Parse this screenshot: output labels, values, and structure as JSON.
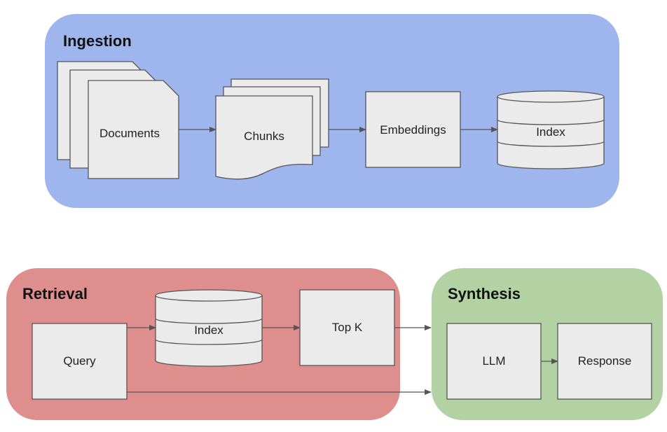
{
  "colors": {
    "ingestion": "#9fb5ee",
    "retrieval": "#dd8e8d",
    "synthesis": "#b2d2a3",
    "node_fill": "#ebebeb",
    "node_stroke": "#555555",
    "arrow": "#555555"
  },
  "groups": {
    "ingestion": {
      "title": "Ingestion",
      "nodes": {
        "documents": {
          "label": "Documents",
          "shape": "stacked-documents"
        },
        "chunks": {
          "label": "Chunks",
          "shape": "stacked-wavy-documents"
        },
        "embeddings": {
          "label": "Embeddings",
          "shape": "rectangle"
        },
        "index": {
          "label": "Index",
          "shape": "database-cylinder"
        }
      }
    },
    "retrieval": {
      "title": "Retrieval",
      "nodes": {
        "query": {
          "label": "Query",
          "shape": "rectangle"
        },
        "index": {
          "label": "Index",
          "shape": "database-cylinder"
        },
        "topk": {
          "label": "Top K",
          "shape": "rectangle"
        }
      }
    },
    "synthesis": {
      "title": "Synthesis",
      "nodes": {
        "llm": {
          "label": "LLM",
          "shape": "rectangle"
        },
        "response": {
          "label": "Response",
          "shape": "rectangle"
        }
      }
    }
  },
  "edges": [
    {
      "from": "Documents",
      "to": "Chunks"
    },
    {
      "from": "Chunks",
      "to": "Embeddings"
    },
    {
      "from": "Embeddings",
      "to": "Index"
    },
    {
      "from": "Query",
      "to": "Index"
    },
    {
      "from": "Index",
      "to": "Top K"
    },
    {
      "from": "Top K",
      "to": "Synthesis"
    },
    {
      "from": "Query",
      "to": "Synthesis"
    },
    {
      "from": "LLM",
      "to": "Response"
    }
  ]
}
